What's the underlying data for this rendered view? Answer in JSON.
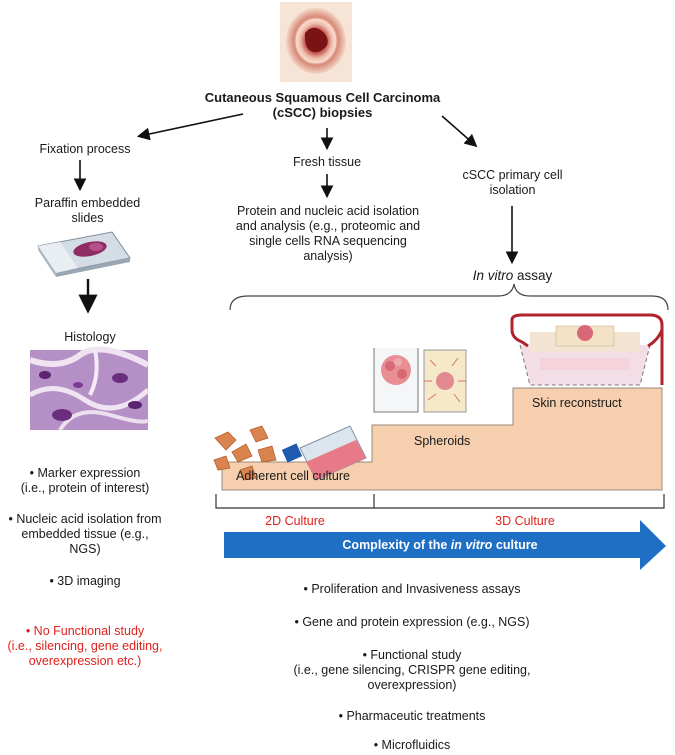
{
  "title": {
    "line1": "Cutaneous Squamous Cell Carcinoma",
    "line2": "(cSCC) biopsies"
  },
  "branches": {
    "fixation": "Fixation process",
    "fresh": "Fresh tissue",
    "primary_line1": "cSCC primary cell",
    "primary_line2": "isolation"
  },
  "left": {
    "paraffin_line1": "Paraffin embedded",
    "paraffin_line2": "slides",
    "histology": "Histology",
    "bullets": [
      {
        "l1": "•   Marker expression",
        "l2": "(i.e., protein of interest)",
        "l3": ""
      },
      {
        "l1": "•   Nucleic acid isolation from",
        "l2": "embedded tissue (e.g.,",
        "l3": "NGS)"
      },
      {
        "l1": "•   3D imaging",
        "l2": "",
        "l3": ""
      }
    ],
    "no_functional": {
      "l1": "•   No Functional study",
      "l2": "(i.e., silencing, gene editing,",
      "l3": "overexpression etc.)"
    }
  },
  "middle": {
    "l1": "Protein and nucleic acid isolation",
    "l2": "and analysis (e.g., proteomic and",
    "l3": "single cells RNA sequencing",
    "l4": "analysis)"
  },
  "invitro": {
    "label_em": "In vitro",
    "label_rest": " assay",
    "steps": [
      "Adherent cell culture",
      "Spheroids",
      "Skin reconstruct"
    ],
    "culture_2d": "2D Culture",
    "culture_3d": "3D Culture",
    "complexity_pre": "Complexity of the ",
    "complexity_em": "in vitro",
    "complexity_post": " culture"
  },
  "bottom_bullets": [
    {
      "l1": "•   Proliferation and Invasiveness assays",
      "l2": "",
      "l3": ""
    },
    {
      "l1": "•   Gene and protein expression (e.g., NGS)",
      "l2": "",
      "l3": ""
    },
    {
      "l1": "•   Functional study",
      "l2": "(i.e., gene silencing, CRISPR gene editing,",
      "l3": "overexpression)"
    },
    {
      "l1": "•   Pharmaceutic treatments",
      "l2": "",
      "l3": ""
    },
    {
      "l1": "•   Microfluidics",
      "l2": "",
      "l3": ""
    }
  ],
  "colors": {
    "staircase": "#f5cfae",
    "staircase_border": "#9a8a7e",
    "arrow": "#1f6fc4",
    "red": "#e0201c"
  }
}
